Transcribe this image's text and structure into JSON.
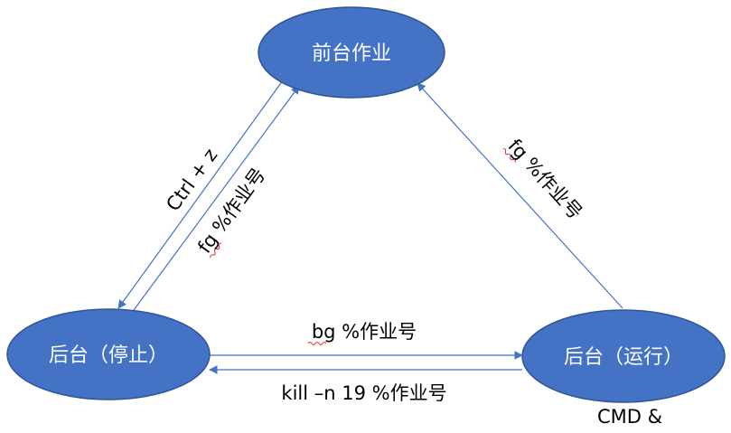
{
  "nodes": {
    "foreground": "前台作业",
    "background_stopped": "后台（停止）",
    "background_running": "后台（运行）"
  },
  "edges": {
    "ctrl_z": "Ctrl + z",
    "fg_left": "fg %作业号",
    "fg_right": "fg %作业号",
    "bg": "bg %作业号",
    "kill": "kill –n 19 %作业号",
    "cmd": "CMD &"
  },
  "colors": {
    "node_fill": "#4472c4",
    "edge": "#4472c4",
    "spellcheck_underline": "#e03030"
  }
}
